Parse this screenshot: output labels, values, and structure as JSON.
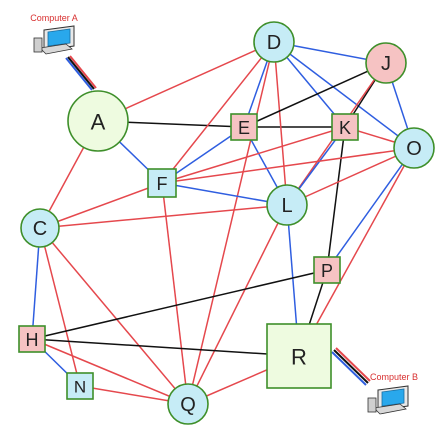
{
  "computer_a": {
    "label": "Computer A"
  },
  "computer_b": {
    "label": "Computer B"
  },
  "colors": {
    "red": "#e5484d",
    "blue": "#2f5ee0",
    "black": "#111111",
    "node_blue": "#c6ecf6",
    "node_green": "#eefbe0",
    "node_pink": "#f6c3c3",
    "stroke_green": "#3e8f2a"
  },
  "nodes": [
    {
      "id": "A",
      "shape": "circle",
      "fill": "node_green"
    },
    {
      "id": "C",
      "shape": "circle",
      "fill": "node_blue"
    },
    {
      "id": "D",
      "shape": "circle",
      "fill": "node_blue"
    },
    {
      "id": "E",
      "shape": "square",
      "fill": "node_pink"
    },
    {
      "id": "F",
      "shape": "square",
      "fill": "node_blue"
    },
    {
      "id": "H",
      "shape": "square",
      "fill": "node_pink"
    },
    {
      "id": "J",
      "shape": "circle",
      "fill": "node_pink"
    },
    {
      "id": "K",
      "shape": "square",
      "fill": "node_pink"
    },
    {
      "id": "L",
      "shape": "circle",
      "fill": "node_blue"
    },
    {
      "id": "N",
      "shape": "square",
      "fill": "node_blue"
    },
    {
      "id": "O",
      "shape": "circle",
      "fill": "node_blue"
    },
    {
      "id": "P",
      "shape": "square",
      "fill": "node_pink"
    },
    {
      "id": "Q",
      "shape": "circle",
      "fill": "node_blue"
    },
    {
      "id": "R",
      "shape": "square",
      "fill": "node_green"
    }
  ],
  "edges": [
    {
      "from": "A",
      "to": "D",
      "color": "red"
    },
    {
      "from": "A",
      "to": "E",
      "color": "black"
    },
    {
      "from": "E",
      "to": "K",
      "color": "black"
    },
    {
      "from": "A",
      "to": "F",
      "color": "blue"
    },
    {
      "from": "A",
      "to": "C",
      "color": "red"
    },
    {
      "from": "D",
      "to": "J",
      "color": "blue"
    },
    {
      "from": "D",
      "to": "E",
      "color": "blue"
    },
    {
      "from": "D",
      "to": "F",
      "color": "red"
    },
    {
      "from": "D",
      "to": "L",
      "color": "red"
    },
    {
      "from": "D",
      "to": "K",
      "color": "blue"
    },
    {
      "from": "D",
      "to": "O",
      "color": "blue"
    },
    {
      "from": "D",
      "to": "Q",
      "color": "red"
    },
    {
      "from": "J",
      "to": "E",
      "color": "black"
    },
    {
      "from": "J",
      "to": "K",
      "color": "black"
    },
    {
      "from": "J",
      "to": "O",
      "color": "blue"
    },
    {
      "from": "J",
      "to": "L",
      "color": "red"
    },
    {
      "from": "E",
      "to": "F",
      "color": "blue"
    },
    {
      "from": "E",
      "to": "L",
      "color": "blue"
    },
    {
      "from": "K",
      "to": "O",
      "color": "red"
    },
    {
      "from": "K",
      "to": "L",
      "color": "blue"
    },
    {
      "from": "K",
      "to": "P",
      "color": "black"
    },
    {
      "from": "K",
      "to": "F",
      "color": "red"
    },
    {
      "from": "F",
      "to": "O",
      "color": "red"
    },
    {
      "from": "F",
      "to": "L",
      "color": "blue"
    },
    {
      "from": "F",
      "to": "C",
      "color": "red"
    },
    {
      "from": "F",
      "to": "Q",
      "color": "red"
    },
    {
      "from": "O",
      "to": "L",
      "color": "red"
    },
    {
      "from": "O",
      "to": "P",
      "color": "blue"
    },
    {
      "from": "O",
      "to": "R",
      "color": "red"
    },
    {
      "from": "C",
      "to": "L",
      "color": "red"
    },
    {
      "from": "C",
      "to": "H",
      "color": "blue"
    },
    {
      "from": "C",
      "to": "N",
      "color": "red"
    },
    {
      "from": "C",
      "to": "Q",
      "color": "red"
    },
    {
      "from": "L",
      "to": "R",
      "color": "blue"
    },
    {
      "from": "L",
      "to": "Q",
      "color": "red"
    },
    {
      "from": "P",
      "to": "H",
      "color": "black"
    },
    {
      "from": "P",
      "to": "R",
      "color": "black"
    },
    {
      "from": "H",
      "to": "R",
      "color": "black"
    },
    {
      "from": "H",
      "to": "N",
      "color": "blue"
    },
    {
      "from": "H",
      "to": "Q",
      "color": "red"
    },
    {
      "from": "N",
      "to": "Q",
      "color": "red"
    },
    {
      "from": "Q",
      "to": "R",
      "color": "red"
    }
  ]
}
